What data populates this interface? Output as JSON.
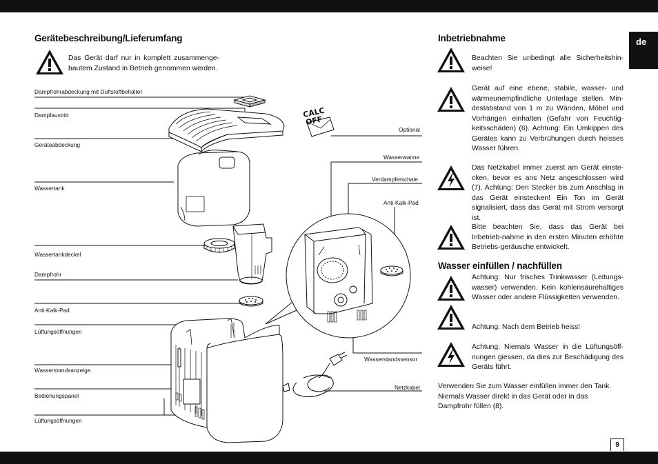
{
  "language_tab": "de",
  "page_number": "9",
  "left": {
    "heading": "Gerätebeschreibung/Lieferumfang",
    "intro_warning": "Das Gerät darf nur in komplett zusammenge-bautem Zustand in Betrieb genommen werden.",
    "labels_left": [
      "Dampfrohrabdeckung mit Duftstoffbehälter",
      "Dampfaustritt",
      "Geräteabdeckung",
      "Wassertank",
      "Wassertankdeckel",
      "Dampfrohr",
      "Anti-Kalk-Pad",
      "Lüftungsöffnungen",
      "Wasserstandsanzeige",
      "Bedienungspanel",
      "Lüftungsöffnungen"
    ],
    "labels_right": [
      "Optional",
      "Wasserwanne",
      "Verdampferschale",
      "Anti-Kalk-Pad",
      "Wasserstandssensor",
      "Netzkabel"
    ],
    "calc_off_text": [
      "CALC",
      "OFF"
    ]
  },
  "right": {
    "heading1": "Inbetriebnahme",
    "items1": [
      {
        "icon": "exclamation",
        "text": "Beachten Sie unbedingt alle Sicherheitshin-weise!"
      },
      {
        "icon": "exclamation",
        "text": "Gerät auf eine ebene, stabile, wasser- und wärmeunempfindliche Unterlage stellen. Min-destabstand von 1 m zu Wänden, Möbel und Vorhängen einhalten (Gefahr von Feuchtig-keitsschäden) (6). Achtung: Ein Umkippen des Gerätes kann zu Verbrühungen durch heisses Wasser führen."
      },
      {
        "icon": "lightning",
        "text": "Das Netzkabel immer zuerst am Gerät einste-cken, bevor es ans Netz angeschlossen wird (7). Achtung: Den Stecker bis zum Anschlag in das Gerät einstecken! Ein Ton im Gerät signalisiert, dass das Gerät mit Strom versorgt ist."
      },
      {
        "icon": "exclamation",
        "text": "Bitte beachten Sie, dass das Gerät bei Inbetrieb-nahme in den ersten Minuten erhöhte Betriebs-geräusche entwickelt."
      }
    ],
    "heading2": "Wasser einfüllen / nachfüllen",
    "items2": [
      {
        "icon": "exclamation",
        "text": "Achtung: Nur frisches Trinkwasser (Leitungs-wasser) verwenden. Kein kohlensäurehaltiges Wasser oder andere Flüssigkeiten verwenden."
      },
      {
        "icon": "exclamation",
        "text": "Achtung: Nach dem Betrieb heiss!"
      },
      {
        "icon": "lightning",
        "text": "Achtung: Niemals Wasser in die Lüftungsöff-nungen giessen, da dies zur Beschädigung des Geräts führt."
      }
    ],
    "closing": "Verwenden Sie zum Wasser einfüllen immer den Tank. Niemals Wasser direkt in das Gerät oder in das Dampfrohr füllen (8)."
  }
}
